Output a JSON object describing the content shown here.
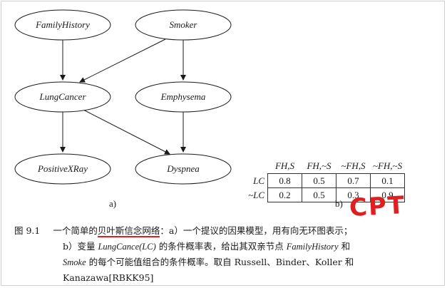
{
  "diagram": {
    "nodes": {
      "family_history": "FamilyHistory",
      "smoker": "Smoker",
      "lung_cancer": "LungCancer",
      "emphysema": "Emphysema",
      "positive_xray": "PositiveXRay",
      "dyspnea": "Dyspnea"
    },
    "edges": [
      [
        "FamilyHistory",
        "LungCancer"
      ],
      [
        "Smoker",
        "LungCancer"
      ],
      [
        "Smoker",
        "Emphysema"
      ],
      [
        "LungCancer",
        "PositiveXRay"
      ],
      [
        "LungCancer",
        "Dyspnea"
      ],
      [
        "Emphysema",
        "Dyspnea"
      ]
    ],
    "label_a": "a)"
  },
  "cpt": {
    "columns": [
      "FH,S",
      "FH,~S",
      "~FH,S",
      "~FH,~S"
    ],
    "rows": [
      {
        "label": "LC",
        "values": [
          "0.8",
          "0.5",
          "0.7",
          "0.1"
        ]
      },
      {
        "label": "~LC",
        "values": [
          "0.2",
          "0.5",
          "0.3",
          "0.9"
        ]
      }
    ],
    "label_b": "b)",
    "annotation": "CPT"
  },
  "caption": {
    "fig_num": "图 9.1",
    "l1_pre": "一个简单的",
    "l1_highlight": "贝叶斯信念网络",
    "l1_post": "：a）一个提议的因果模型，用有向无环图表示；",
    "l2_pre": "b）变量 ",
    "l2_var": "LungCance(LC)",
    "l2_mid": " 的条件概率表，给出其双亲节点 ",
    "l2_fh": "FamilyHistory",
    "l2_and": " 和",
    "l3_smoke": "Smoke",
    "l3_post": " 的每个可能值组合的条件概率。取自 Russell、Binder、Koller 和",
    "l4": "Kanazawa[RBKK95]"
  },
  "colors": {
    "annotation": "#e02020",
    "ink": "#1a1a1a"
  }
}
